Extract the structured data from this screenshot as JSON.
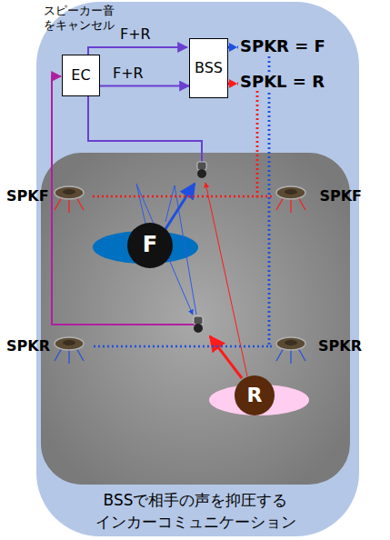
{
  "diagram": {
    "caption": "BSSで相手の声を抑圧する インカーコミュニケーション",
    "nodes": [
      {
        "text": [
          "EC"
        ]
      },
      {
        "text": [
          "BSS"
        ]
      },
      {
        "text": [
          "SPKF"
        ]
      },
      {
        "text": [
          "SPKF"
        ]
      },
      {
        "text": [
          "F"
        ]
      },
      {
        "text": [
          "SPKR"
        ]
      },
      {
        "text": [
          "SPKR"
        ]
      },
      {
        "text": [
          "R"
        ]
      }
    ],
    "edges": [
      {
        "from": 0,
        "to": 1,
        "arrow": "to",
        "label": "F+R"
      },
      {
        "from": 1,
        "to": 5,
        "arrow": "none"
      },
      {
        "from": 1,
        "to": 6,
        "arrow": "none"
      },
      {
        "from": 1,
        "to": 2,
        "arrow": "none"
      },
      {
        "from": 1,
        "to": 3,
        "arrow": "none"
      }
    ],
    "labels": [
      "スピーカー音 をキャンセル",
      "F+R",
      "SPKR = F",
      "SPKL = R"
    ]
  }
}
